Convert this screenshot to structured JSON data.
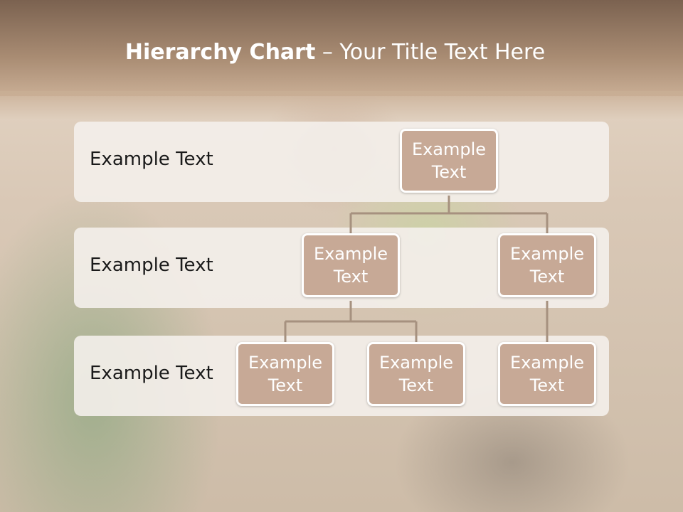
{
  "slide": {
    "title_bold": "Hierarchy Chart",
    "title_rest": " – Your Title Text Here"
  },
  "rows": [
    {
      "label": "Example Text"
    },
    {
      "label": "Example Text"
    },
    {
      "label": "Example Text"
    }
  ],
  "nodes": {
    "root": {
      "line1": "Example",
      "line2": "Text"
    },
    "level2_left": {
      "line1": "Example",
      "line2": "Text"
    },
    "level2_right": {
      "line1": "Example",
      "line2": "Text"
    },
    "level3_a": {
      "line1": "Example",
      "line2": "Text"
    },
    "level3_b": {
      "line1": "Example",
      "line2": "Text"
    },
    "level3_c": {
      "line1": "Example",
      "line2": "Text"
    }
  },
  "colors": {
    "node_fill": "#c7a996",
    "connector": "#a6917f",
    "banner": "#a98c73"
  }
}
